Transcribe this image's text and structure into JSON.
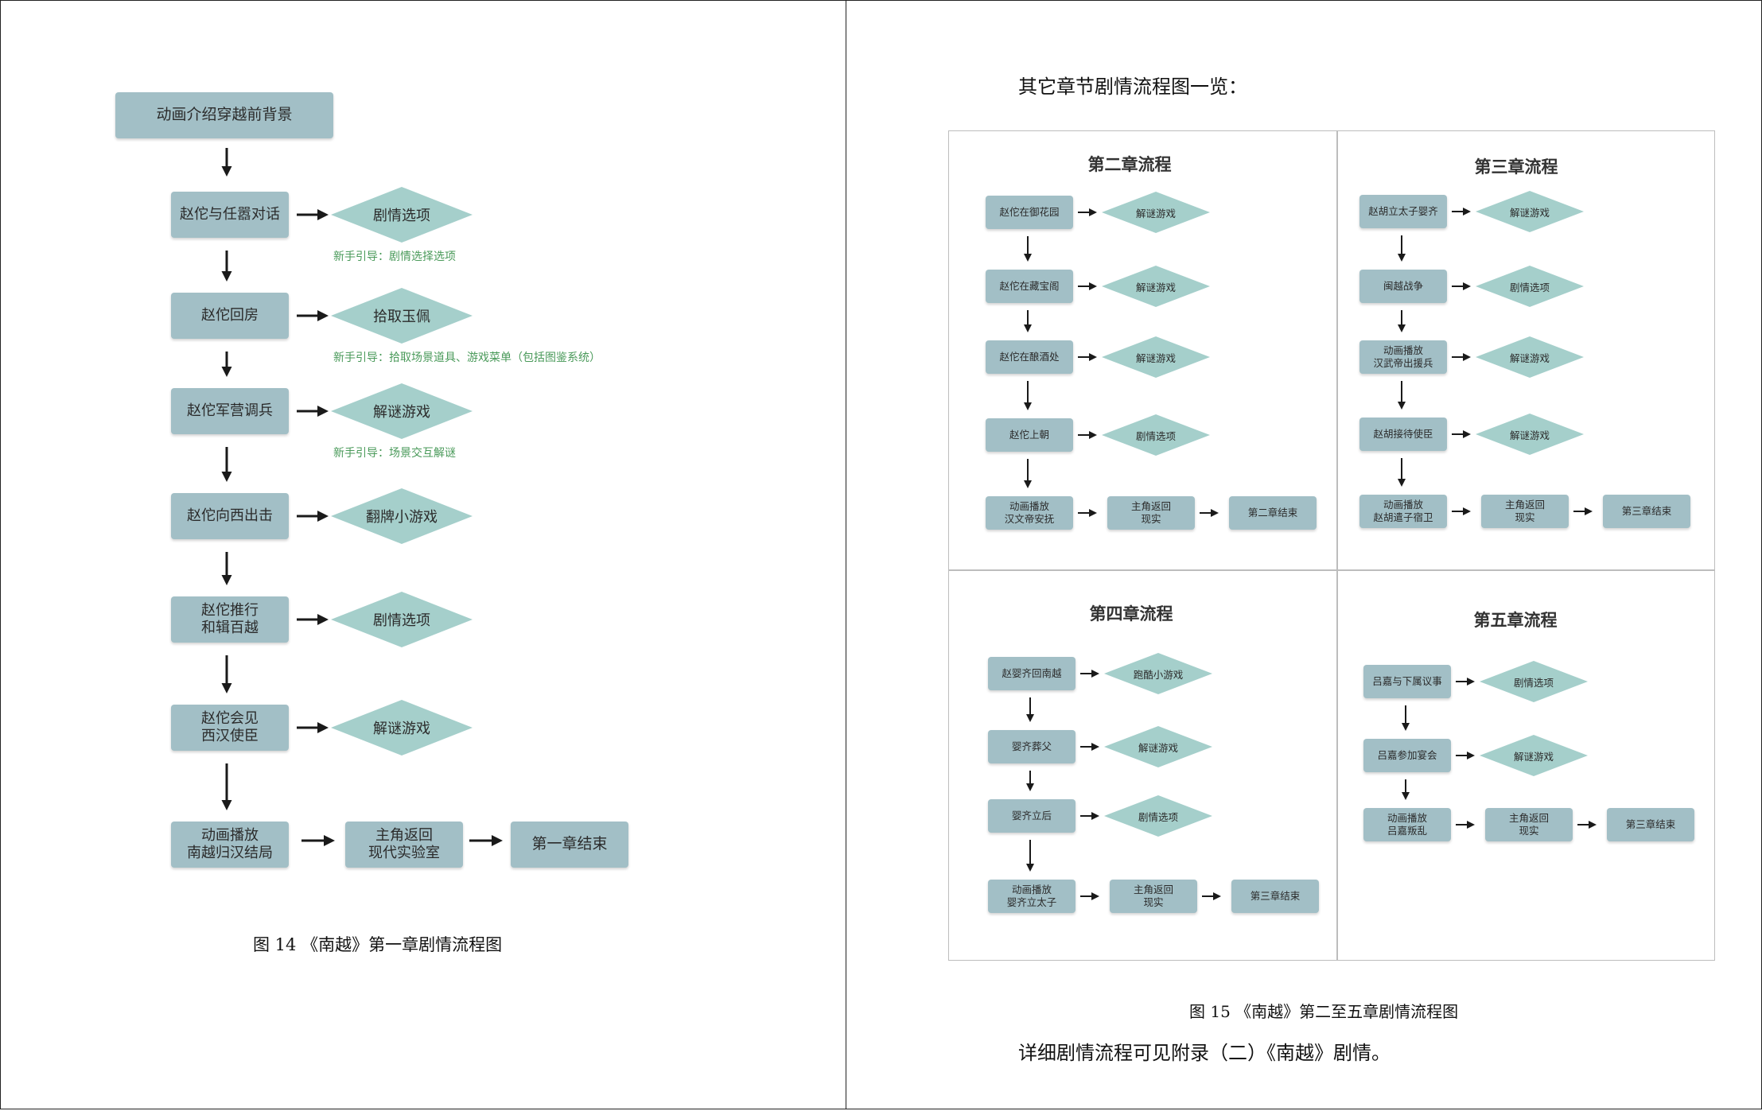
{
  "left_page": {
    "start_box": "动画介绍穿越前背景",
    "rows": [
      {
        "box": "赵佗与任嚣对话",
        "diamond": "剧情选项",
        "note": "新手引导：剧情选择选项"
      },
      {
        "box": "赵佗回房",
        "diamond": "拾取玉佩",
        "note": "新手引导：拾取场景道具、游戏菜单（包括图鉴系统）"
      },
      {
        "box": "赵佗军营调兵",
        "diamond": "解谜游戏",
        "note": "新手引导：场景交互解谜"
      },
      {
        "box": "赵佗向西出击",
        "diamond": "翻牌小游戏",
        "note": ""
      },
      {
        "box": "赵佗推行\n和辑百越",
        "diamond": "剧情选项",
        "note": ""
      },
      {
        "box": "赵佗会见\n西汉使臣",
        "diamond": "解谜游戏",
        "note": ""
      }
    ],
    "final_row": [
      "动画播放\n南越归汉结局",
      "主角返回\n现代实验室",
      "第一章结束"
    ],
    "caption": "图 14 《南越》第一章剧情流程图"
  },
  "right_page": {
    "intro": "其它章节剧情流程图一览：",
    "panels": [
      {
        "title": "第二章流程",
        "rows": [
          {
            "box": "赵佗在御花园",
            "diamond": "解谜游戏"
          },
          {
            "box": "赵佗在藏宝阁",
            "diamond": "解谜游戏"
          },
          {
            "box": "赵佗在酿酒处",
            "diamond": "解谜游戏"
          },
          {
            "box": "赵佗上朝",
            "diamond": "剧情选项"
          }
        ],
        "final": [
          "动画播放\n汉文帝安抚",
          "主角返回\n现实",
          "第二章结束"
        ]
      },
      {
        "title": "第三章流程",
        "rows": [
          {
            "box": "赵胡立太子婴齐",
            "diamond": "解谜游戏"
          },
          {
            "box": "闽越战争",
            "diamond": "剧情选项"
          },
          {
            "box": "动画播放\n汉武帝出援兵",
            "diamond": "解谜游戏"
          },
          {
            "box": "赵胡接待使臣",
            "diamond": "解谜游戏"
          }
        ],
        "final": [
          "动画播放\n赵胡遣子宿卫",
          "主角返回\n现实",
          "第三章结束"
        ]
      },
      {
        "title": "第四章流程",
        "rows": [
          {
            "box": "赵婴齐回南越",
            "diamond": "跑酷小游戏"
          },
          {
            "box": "婴齐葬父",
            "diamond": "解谜游戏"
          },
          {
            "box": "婴齐立后",
            "diamond": "剧情选项"
          }
        ],
        "final": [
          "动画播放\n婴齐立太子",
          "主角返回\n现实",
          "第三章结束"
        ]
      },
      {
        "title": "第五章流程",
        "rows": [
          {
            "box": "吕嘉与下属议事",
            "diamond": "剧情选项"
          },
          {
            "box": "吕嘉参加宴会",
            "diamond": "解谜游戏"
          }
        ],
        "final": [
          "动画播放\n吕嘉叛乱",
          "主角返回\n现实",
          "第三章结束"
        ]
      }
    ],
    "caption": "图 15 《南越》第二至五章剧情流程图",
    "footer": "详细剧情流程可见附录（二）《南越》剧情。"
  }
}
